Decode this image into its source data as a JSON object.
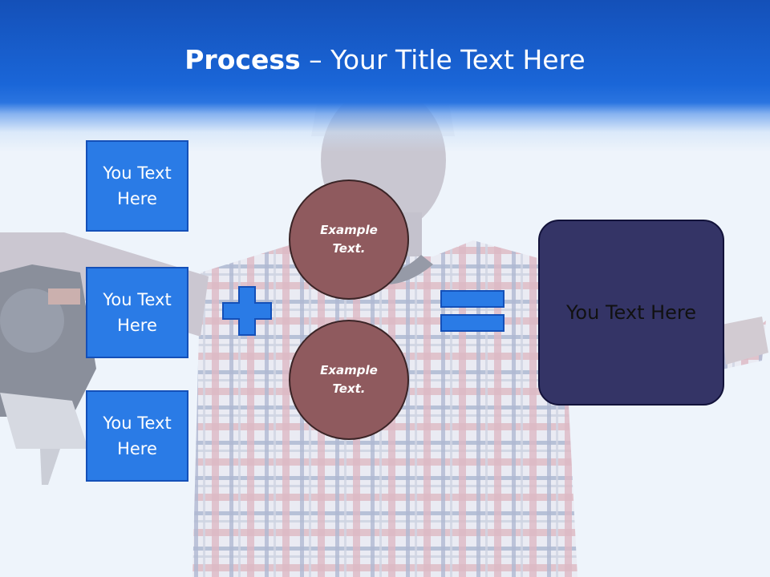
{
  "title": {
    "bold": "Process",
    "rest": " – Your Title Text Here"
  },
  "boxes": [
    {
      "label": "You Text\nHere"
    },
    {
      "label": "You Text\nHere"
    },
    {
      "label": "You Text\nHere"
    }
  ],
  "circles": [
    {
      "label": "Example\nText."
    },
    {
      "label": "Example\nText."
    }
  ],
  "result": {
    "label": "You Text Here"
  },
  "colors": {
    "header": "#1a66d8",
    "box": "#2a7be6",
    "circle": "#8f5a5e",
    "result": "#343466"
  },
  "icons": [
    "plus-icon",
    "equals-icon"
  ]
}
